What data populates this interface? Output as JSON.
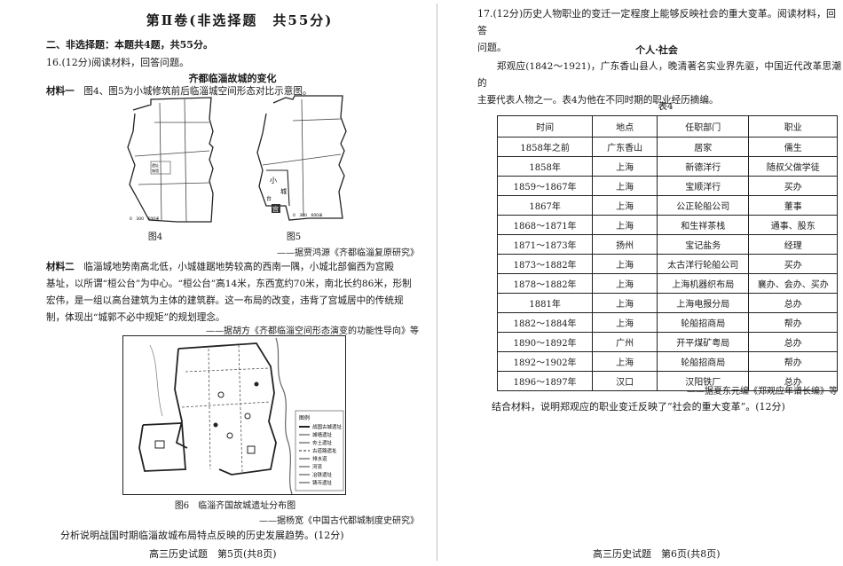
{
  "left": {
    "title": "第Ⅱ卷(非选择题　共55分)",
    "section_heading": "二、非选择题：本题共4题，共55分。",
    "q16_intro": "16.(12分)阅读材料，回答问题。",
    "q16_heading": "齐都临淄故城的变化",
    "m1_label": "材料一",
    "m1_text": "　图4、图5为小城修筑前后临淄城空间形态对比示意图。",
    "fig4_caption": "图4",
    "fig5_caption": "图5",
    "fig4_scale": "0　300　600米",
    "fig5_scale": "0　300　600米",
    "fig5_labels": [
      "小",
      "城",
      "台",
      "宫"
    ],
    "fig45_cite": "——据贾鸿源《齐都临淄复原研究》",
    "m2_label": "材料二",
    "m2_lines": [
      "　临淄城地势南高北低，小城雄踞地势较高的西南一隅，小城北部偏西为宫殿",
      "基址，以所谓“桓公台”为中心。“桓公台”高14米，东西宽约70米，南北长约86米，形制",
      "宏伟，是一组以高台建筑为主体的建筑群。这一布局的改变，违背了宫城居中的传统规",
      "制，体现出“城郭不必中规矩”的规划理念。"
    ],
    "m2_cite": "——据胡方《齐都临淄空间形态演变的功能性导向》等",
    "fig6_legend_title": "图例",
    "fig6_legend": [
      "战国古城遗址",
      "城墙遗址",
      "夯土遗址",
      "古道路遗址",
      "排水道",
      "河流",
      "冶铁遗址",
      "铸币遗址"
    ],
    "fig6_caption": "图6　临淄齐国故城遗址分布图",
    "fig6_cite": "——据杨宽《中国古代都城制度史研究》",
    "q16_task": "分析说明战国时期临淄故城布局特点反映的历史发展趋势。(12分)",
    "footer": "高三历史试题　第5页(共8页)"
  },
  "right": {
    "q17_intro_line1": "17.(12分)历史人物职业的变迁一定程度上能够反映社会的重大变革。阅读材料，回答",
    "q17_intro_line2": "问题。",
    "q17_heading": "个人·社会",
    "intro_line1": "　　郑观应(1842～1921)，广东香山县人，晚清著名实业界先驱，中国近代改革思潮的",
    "intro_line2": "主要代表人物之一。表4为他在不同时期的职业经历摘编。",
    "table_title": "表4",
    "table_headers": [
      "时间",
      "地点",
      "任职部门",
      "职业"
    ],
    "table_rows": [
      [
        "1858年之前",
        "广东香山",
        "居家",
        "儒生"
      ],
      [
        "1858年",
        "上海",
        "新德洋行",
        "随叔父做学徒"
      ],
      [
        "1859～1867年",
        "上海",
        "宝顺洋行",
        "买办"
      ],
      [
        "1867年",
        "上海",
        "公正轮船公司",
        "董事"
      ],
      [
        "1868～1871年",
        "上海",
        "和生祥茶栈",
        "通事、股东"
      ],
      [
        "1871～1873年",
        "扬州",
        "宝记盐务",
        "经理"
      ],
      [
        "1873～1882年",
        "上海",
        "太古洋行轮船公司",
        "买办"
      ],
      [
        "1878～1882年",
        "上海",
        "上海机器织布局",
        "襄办、会办、买办"
      ],
      [
        "1881年",
        "上海",
        "上海电报分局",
        "总办"
      ],
      [
        "1882～1884年",
        "上海",
        "轮船招商局",
        "帮办"
      ],
      [
        "1890～1892年",
        "广州",
        "开平煤矿粤局",
        "总办"
      ],
      [
        "1892～1902年",
        "上海",
        "轮船招商局",
        "帮办"
      ],
      [
        "1896～1897年",
        "汉口",
        "汉阳铁厂",
        "总办"
      ]
    ],
    "table_cite": "——据夏东元编《郑观应年谱长编》等",
    "q17_task": "结合材料，说明郑观应的职业变迁反映了“社会的重大变革”。(12分)",
    "footer": "高三历史试题　第6页(共8页)"
  }
}
